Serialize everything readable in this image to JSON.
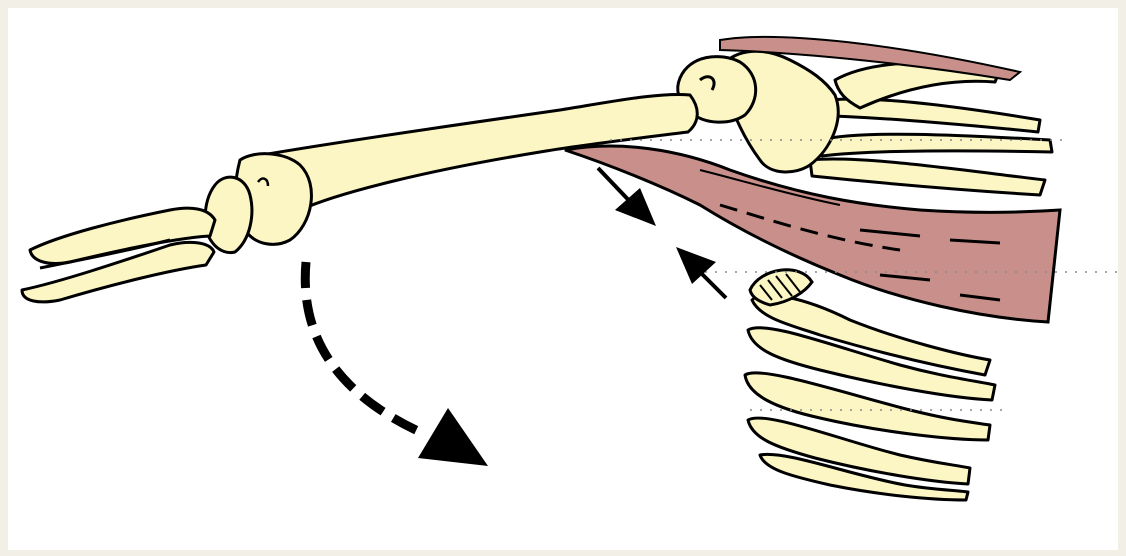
{
  "colors": {
    "bone": "#fbf6c3",
    "bone_outline": "#000000",
    "muscle": "#c98f8a",
    "background": "#ffffff",
    "border": "#f2f0e6",
    "arrow": "#000000"
  },
  "diagram": {
    "subject": "arm-bones-shoulder-pectoral-muscle-ribcage",
    "motion_arrow": "curved-dashed-downward",
    "tension_arrows": "converging-pair"
  }
}
